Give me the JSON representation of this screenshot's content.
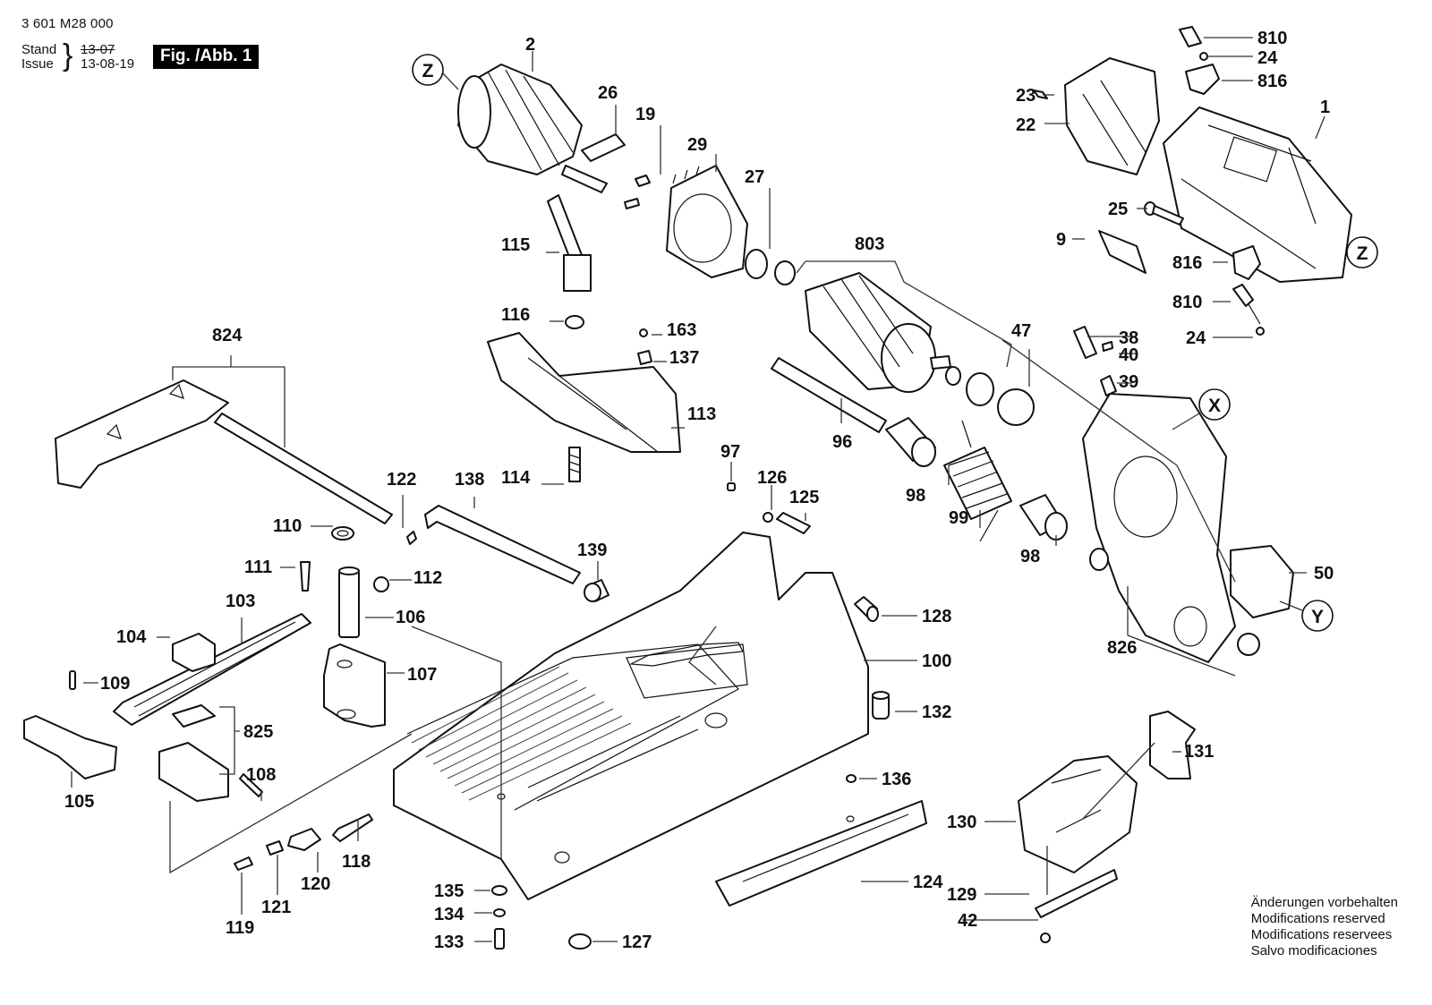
{
  "header": {
    "document_number": "3 601 M28 000",
    "stand_label": "Stand",
    "issue_label": "Issue",
    "stand_value": "13-07",
    "issue_value": "13-08-19",
    "figure_label": "Fig. /Abb. 1"
  },
  "footer": {
    "notes": [
      "Änderungen vorbehalten",
      "Modifications reserved",
      "Modifications reservees",
      "Salvo modificaciones"
    ]
  },
  "reference_markers": [
    "Z",
    "Z",
    "X",
    "Y"
  ],
  "parts": {
    "p2": "2",
    "p26": "26",
    "p19": "19",
    "p29": "29",
    "p27": "27",
    "p115": "115",
    "p116": "116",
    "p163": "163",
    "p137": "137",
    "p113": "113",
    "p114": "114",
    "p803": "803",
    "p47": "47",
    "p96": "96",
    "p98a": "98",
    "p98b": "98",
    "p99": "99",
    "p810a": "810",
    "p24a": "24",
    "p816a": "816",
    "p23": "23",
    "p22": "22",
    "p1": "1",
    "p25": "25",
    "p9": "9",
    "p816b": "816",
    "p810b": "810",
    "p24b": "24",
    "p38": "38",
    "p40": "40",
    "p39": "39",
    "p50": "50",
    "p826": "826",
    "p824": "824",
    "p122": "122",
    "p138": "138",
    "p110": "110",
    "p111": "111",
    "p112": "112",
    "p103": "103",
    "p106": "106",
    "p104": "104",
    "p107": "107",
    "p109": "109",
    "p139": "139",
    "p825": "825",
    "p105": "105",
    "p108": "108",
    "p97": "97",
    "p126": "126",
    "p125": "125",
    "p128": "128",
    "p100": "100",
    "p132": "132",
    "p136": "136",
    "p118": "118",
    "p120": "120",
    "p121": "121",
    "p119": "119",
    "p124": "124",
    "p135": "135",
    "p134": "134",
    "p133": "133",
    "p127": "127",
    "p131": "131",
    "p130": "130",
    "p129": "129",
    "p42": "42"
  }
}
